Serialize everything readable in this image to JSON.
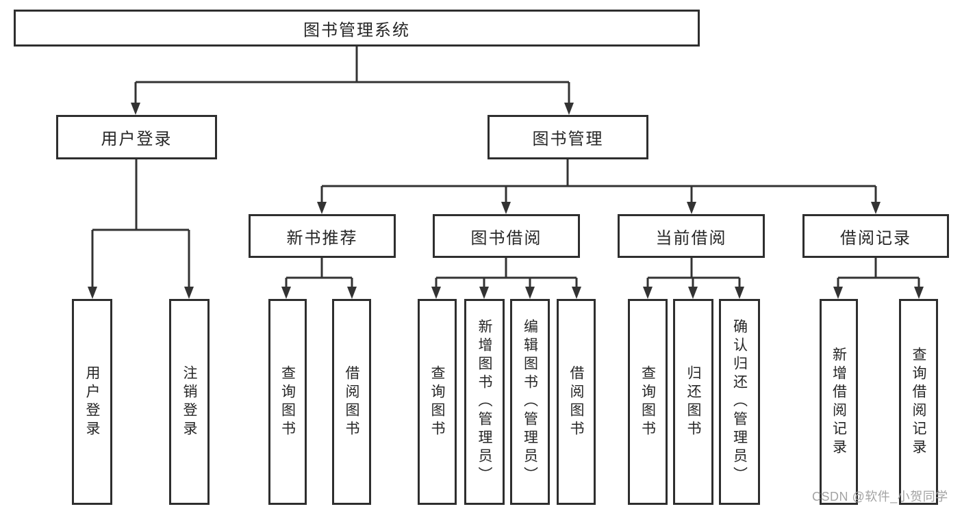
{
  "page": {
    "background_color": "#ffffff",
    "line_color": "#333333",
    "node_border_color": "#2e2e2e",
    "node_text_color": "#262626",
    "watermark": {
      "text": "CSDN @软件_小贺同学",
      "color": "#a3a3a3"
    }
  },
  "tree": {
    "label": "图书管理系统",
    "children": [
      {
        "label": "用户登录",
        "children": [
          {
            "label": "用户登录"
          },
          {
            "label": "注销登录"
          }
        ]
      },
      {
        "label": "图书管理",
        "children": [
          {
            "label": "新书推荐",
            "children": [
              {
                "label": "查询图书"
              },
              {
                "label": "借阅图书"
              }
            ]
          },
          {
            "label": "图书借阅",
            "children": [
              {
                "label": "查询图书"
              },
              {
                "label": "新增图书（管理员）"
              },
              {
                "label": "编辑图书（管理员）"
              },
              {
                "label": "借阅图书"
              }
            ]
          },
          {
            "label": "当前借阅",
            "children": [
              {
                "label": "查询图书"
              },
              {
                "label": "归还图书"
              },
              {
                "label": "确认归还（管理员）"
              }
            ]
          },
          {
            "label": "借阅记录",
            "children": [
              {
                "label": "新增借阅记录"
              },
              {
                "label": "查询借阅记录"
              }
            ]
          }
        ]
      }
    ]
  }
}
